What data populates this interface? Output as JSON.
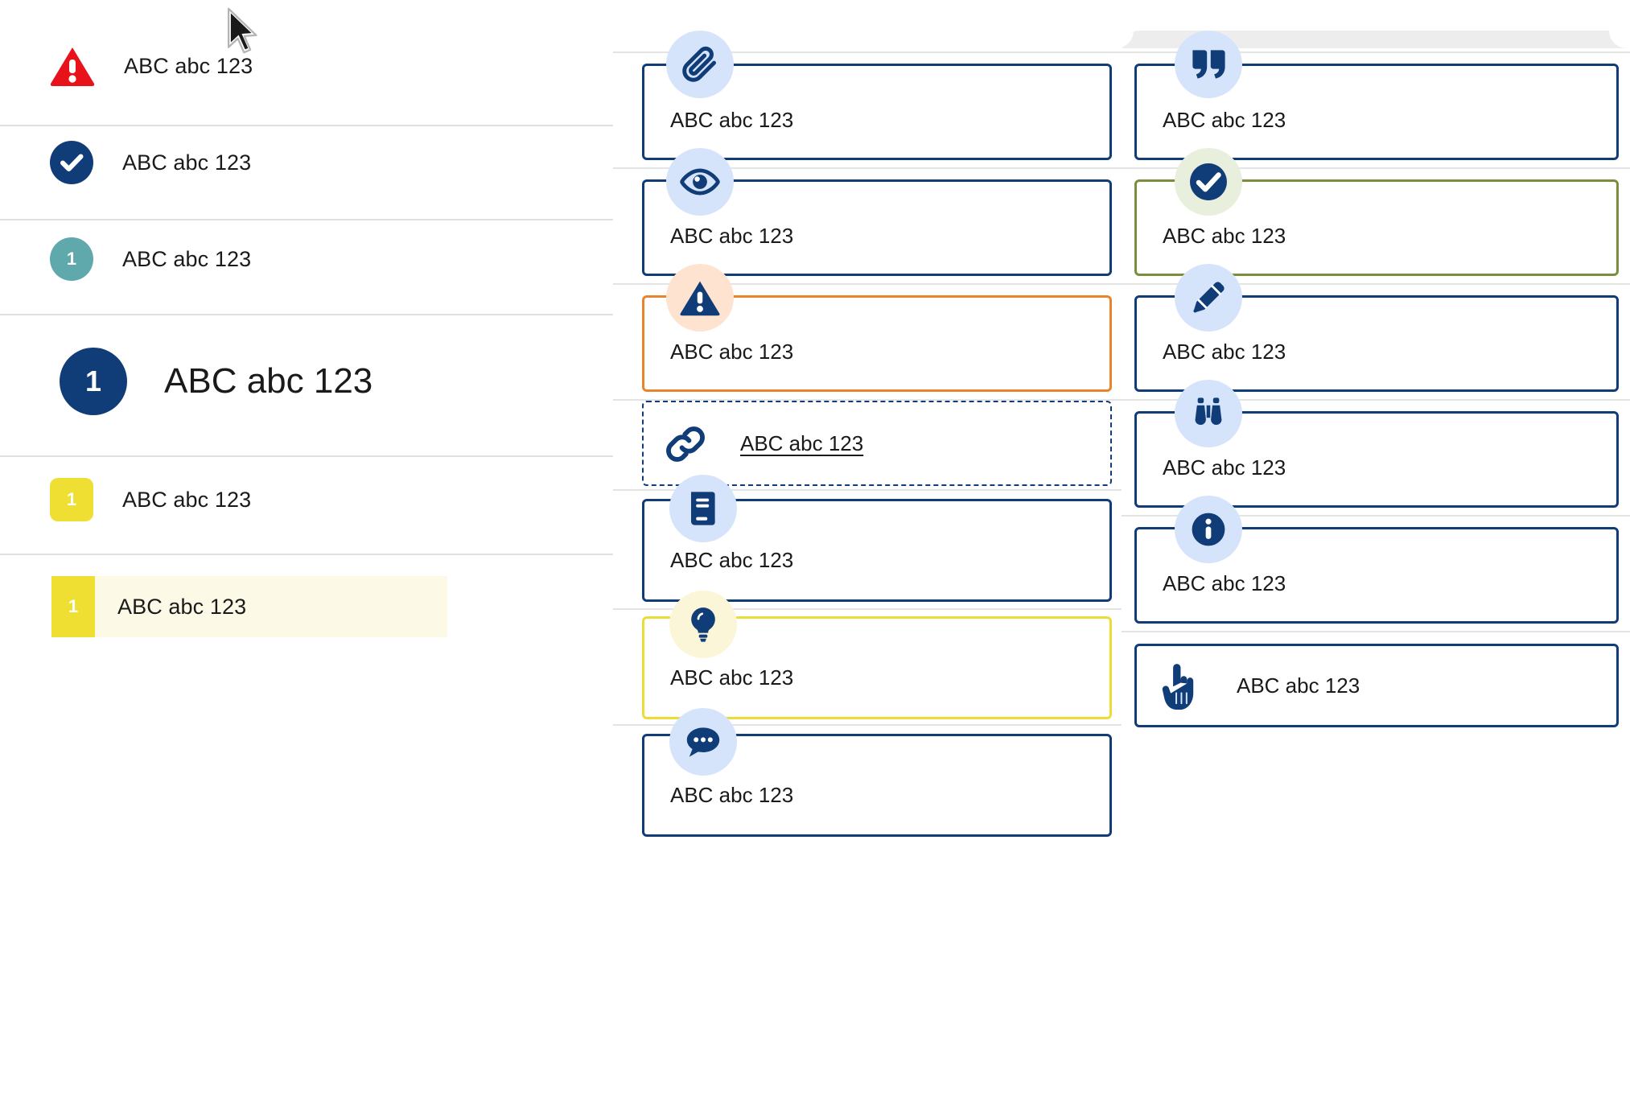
{
  "sample_text": "ABC abc 123",
  "colors": {
    "navy": "#103c78",
    "red": "#e8121a",
    "teal": "#5fa9ad",
    "yellow": "#f0df33",
    "yellow_border": "#ebdc36",
    "yellow_tint": "#fcfae6",
    "orange": "#e8852c",
    "green": "#7a8f3c",
    "chip_blue": "#d6e4fb",
    "chip_peach": "#fde3d0",
    "chip_mint": "#e8efdc",
    "chip_cream": "#fcf6d8",
    "divider": "#e0e0e0",
    "panel_gray": "#ededed"
  },
  "left_column": {
    "rows": [
      {
        "icon": "warning-triangle-icon",
        "badge_style": "triangle-red",
        "badge_value": "",
        "label": "ABC abc 123"
      },
      {
        "icon": "check-circle-icon",
        "badge_style": "circle-navy",
        "badge_value": "",
        "label": "ABC abc 123"
      },
      {
        "icon": "number-badge-icon",
        "badge_style": "circle-teal",
        "badge_value": "1",
        "label": "ABC abc 123"
      },
      {
        "icon": "number-badge-icon",
        "badge_style": "circle-navy-large",
        "badge_value": "1",
        "label": "ABC abc 123",
        "variant": "heading"
      },
      {
        "icon": "number-badge-icon",
        "badge_style": "square-yellow",
        "badge_value": "1",
        "label": "ABC abc 123"
      },
      {
        "icon": "number-badge-icon",
        "badge_style": "square-yellow-highlight",
        "badge_value": "1",
        "label": "ABC abc 123",
        "variant": "highlighted"
      }
    ]
  },
  "middle_column": {
    "cards": [
      {
        "icon": "paperclip-icon",
        "chip": "blue",
        "border": "navy",
        "style": "solid",
        "label": "ABC abc 123"
      },
      {
        "icon": "eye-icon",
        "chip": "blue",
        "border": "navy",
        "style": "solid",
        "label": "ABC abc 123"
      },
      {
        "icon": "warning-triangle-icon",
        "chip": "peach",
        "border": "orange",
        "style": "solid",
        "label": "ABC abc 123"
      },
      {
        "icon": "link-icon",
        "chip": "none",
        "border": "navy",
        "style": "dashed",
        "label": "ABC abc 123",
        "link": true
      },
      {
        "icon": "book-icon",
        "chip": "blue",
        "border": "navy",
        "style": "solid",
        "label": "ABC abc 123"
      },
      {
        "icon": "lightbulb-icon",
        "chip": "cream",
        "border": "yellow",
        "style": "solid",
        "label": "ABC abc 123"
      },
      {
        "icon": "comment-icon",
        "chip": "blue",
        "border": "navy",
        "style": "solid",
        "label": "ABC abc 123"
      }
    ]
  },
  "right_column": {
    "cards": [
      {
        "icon": "quote-icon",
        "chip": "blue",
        "border": "navy",
        "style": "solid",
        "label": "ABC abc 123"
      },
      {
        "icon": "check-circle-icon",
        "chip": "mint",
        "border": "green",
        "style": "solid",
        "label": "ABC abc 123"
      },
      {
        "icon": "pencil-icon",
        "chip": "blue",
        "border": "navy",
        "style": "solid",
        "label": "ABC abc 123"
      },
      {
        "icon": "binoculars-icon",
        "chip": "blue",
        "border": "navy",
        "style": "solid",
        "label": "ABC abc 123"
      },
      {
        "icon": "info-icon",
        "chip": "blue",
        "border": "navy",
        "style": "solid",
        "label": "ABC abc 123"
      },
      {
        "icon": "pointing-hand-icon",
        "chip": "none",
        "border": "navy",
        "style": "solid",
        "label": "ABC abc 123",
        "inline": true
      }
    ]
  },
  "cursor": {
    "icon": "mouse-cursor-icon"
  }
}
